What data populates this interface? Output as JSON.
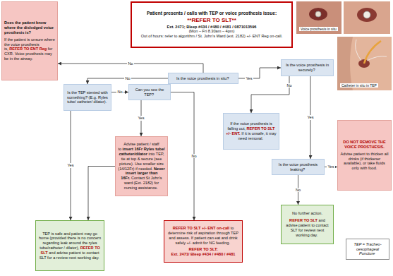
{
  "diagram": {
    "nodes": [
      {
        "text": [
          "Patient presents / calls with TEP or voice prosthesis issue:",
          "**REFER TO SLT**",
          "Ext. 2471; Bleep #434 / #480 / #481 / 0871013596",
          "(Mon – Fri 8.30am – 4pm)",
          "Out of hours: refer to algorithm / St. John's Ward (ext. 2182) +/- ENT Reg on-call."
        ]
      },
      {
        "text": [
          "Does the patient know where the dislodged voice prosthesis is?",
          "If the patient is unsure where the voice prosthesis is,",
          "REFER TO ENT Reg",
          "for CXR. Voice prosthesis may be in the airway."
        ]
      },
      {
        "text": [
          "Is the voice prosthesis in situ?"
        ]
      },
      {
        "text": [
          "Is the voice prosthesis in securely?"
        ]
      },
      {
        "text": [
          "Is the TEP stented with something? (E.g. Ryles tube/ catheter/ dilator)."
        ]
      },
      {
        "text": [
          "Can you see the TEP?"
        ]
      },
      {
        "text": [
          "If the voice prosthesis is falling out,",
          "REFER TO SLT +/- ENT.",
          "If it is unsafe, it may need removal."
        ]
      },
      {
        "text": [
          "Advise patient / staff to",
          "insert 16Fr Ryles tube/ catheter/dilator",
          "into TEP, tie at top & secure (see picture).",
          "Use smaller size (14/12Fr) if needed.",
          "Never insert larger than 16Fr.",
          "Contact St John's ward (Ext. 2182) for nursing assistance."
        ]
      },
      {
        "text": [
          "Is the voice prosthesis leaking?"
        ]
      },
      {
        "text": [
          "DO NOT REMOVE THE VOICE PROSTHESIS.",
          "Advise patient to thicken all drinks (if thickener available), or take fluids only with food."
        ]
      },
      {
        "text": [
          "TEP is safe and patient may go home (provided there is no concern regarding leak around the ryles tube/catheter / dilator),",
          "REFER TO SLT",
          "and advise patient to contact SLT for a review next working day."
        ]
      },
      {
        "text": [
          "REFER TO SLT +/- ENT on-call",
          "to determine risk of aspiration through TEP and assess. If patient can eat and drink safely +/- admit for NG feeding.",
          "REFER TO SLT:",
          "Ext. 2471/ Bleep #434 / #480 / #481"
        ]
      },
      {
        "text": [
          "No further action.",
          "REFER TO SLT",
          "and advise patient to contact SLT for review next working day."
        ]
      },
      {
        "text": [
          "TEP = Tracheo-oesophageal Puncture"
        ]
      }
    ],
    "edges": [
      {
        "from": 2,
        "to": 1,
        "label": "No",
        "arrow": "to"
      },
      {
        "from": 2,
        "to": 4,
        "label": "No",
        "arrow": "to"
      },
      {
        "from": 2,
        "to": 3,
        "label": "Yes",
        "arrow": "to"
      },
      {
        "from": 3,
        "to": 6,
        "label": "No",
        "arrow": "to"
      },
      {
        "from": 3,
        "to": 8,
        "label": "Yes",
        "arrow": "to"
      },
      {
        "from": 8,
        "to": 9,
        "label": "Yes",
        "arrow": "to"
      },
      {
        "from": 8,
        "to": 12,
        "label": "No",
        "arrow": "to"
      },
      {
        "from": 4,
        "to": 10,
        "label": "Yes",
        "arrow": "to"
      },
      {
        "from": 4,
        "to": 5,
        "label": "No",
        "arrow": "to"
      },
      {
        "from": 5,
        "to": 7,
        "label": "Yes",
        "arrow": "to"
      },
      {
        "from": 5,
        "to": 11,
        "label": "No",
        "arrow": "to"
      },
      {
        "from": 7,
        "to": 10,
        "arrow": "to"
      }
    ],
    "labels": [
      "Voice prosthesis in situ",
      "Catheter in situ in TEP"
    ]
  }
}
